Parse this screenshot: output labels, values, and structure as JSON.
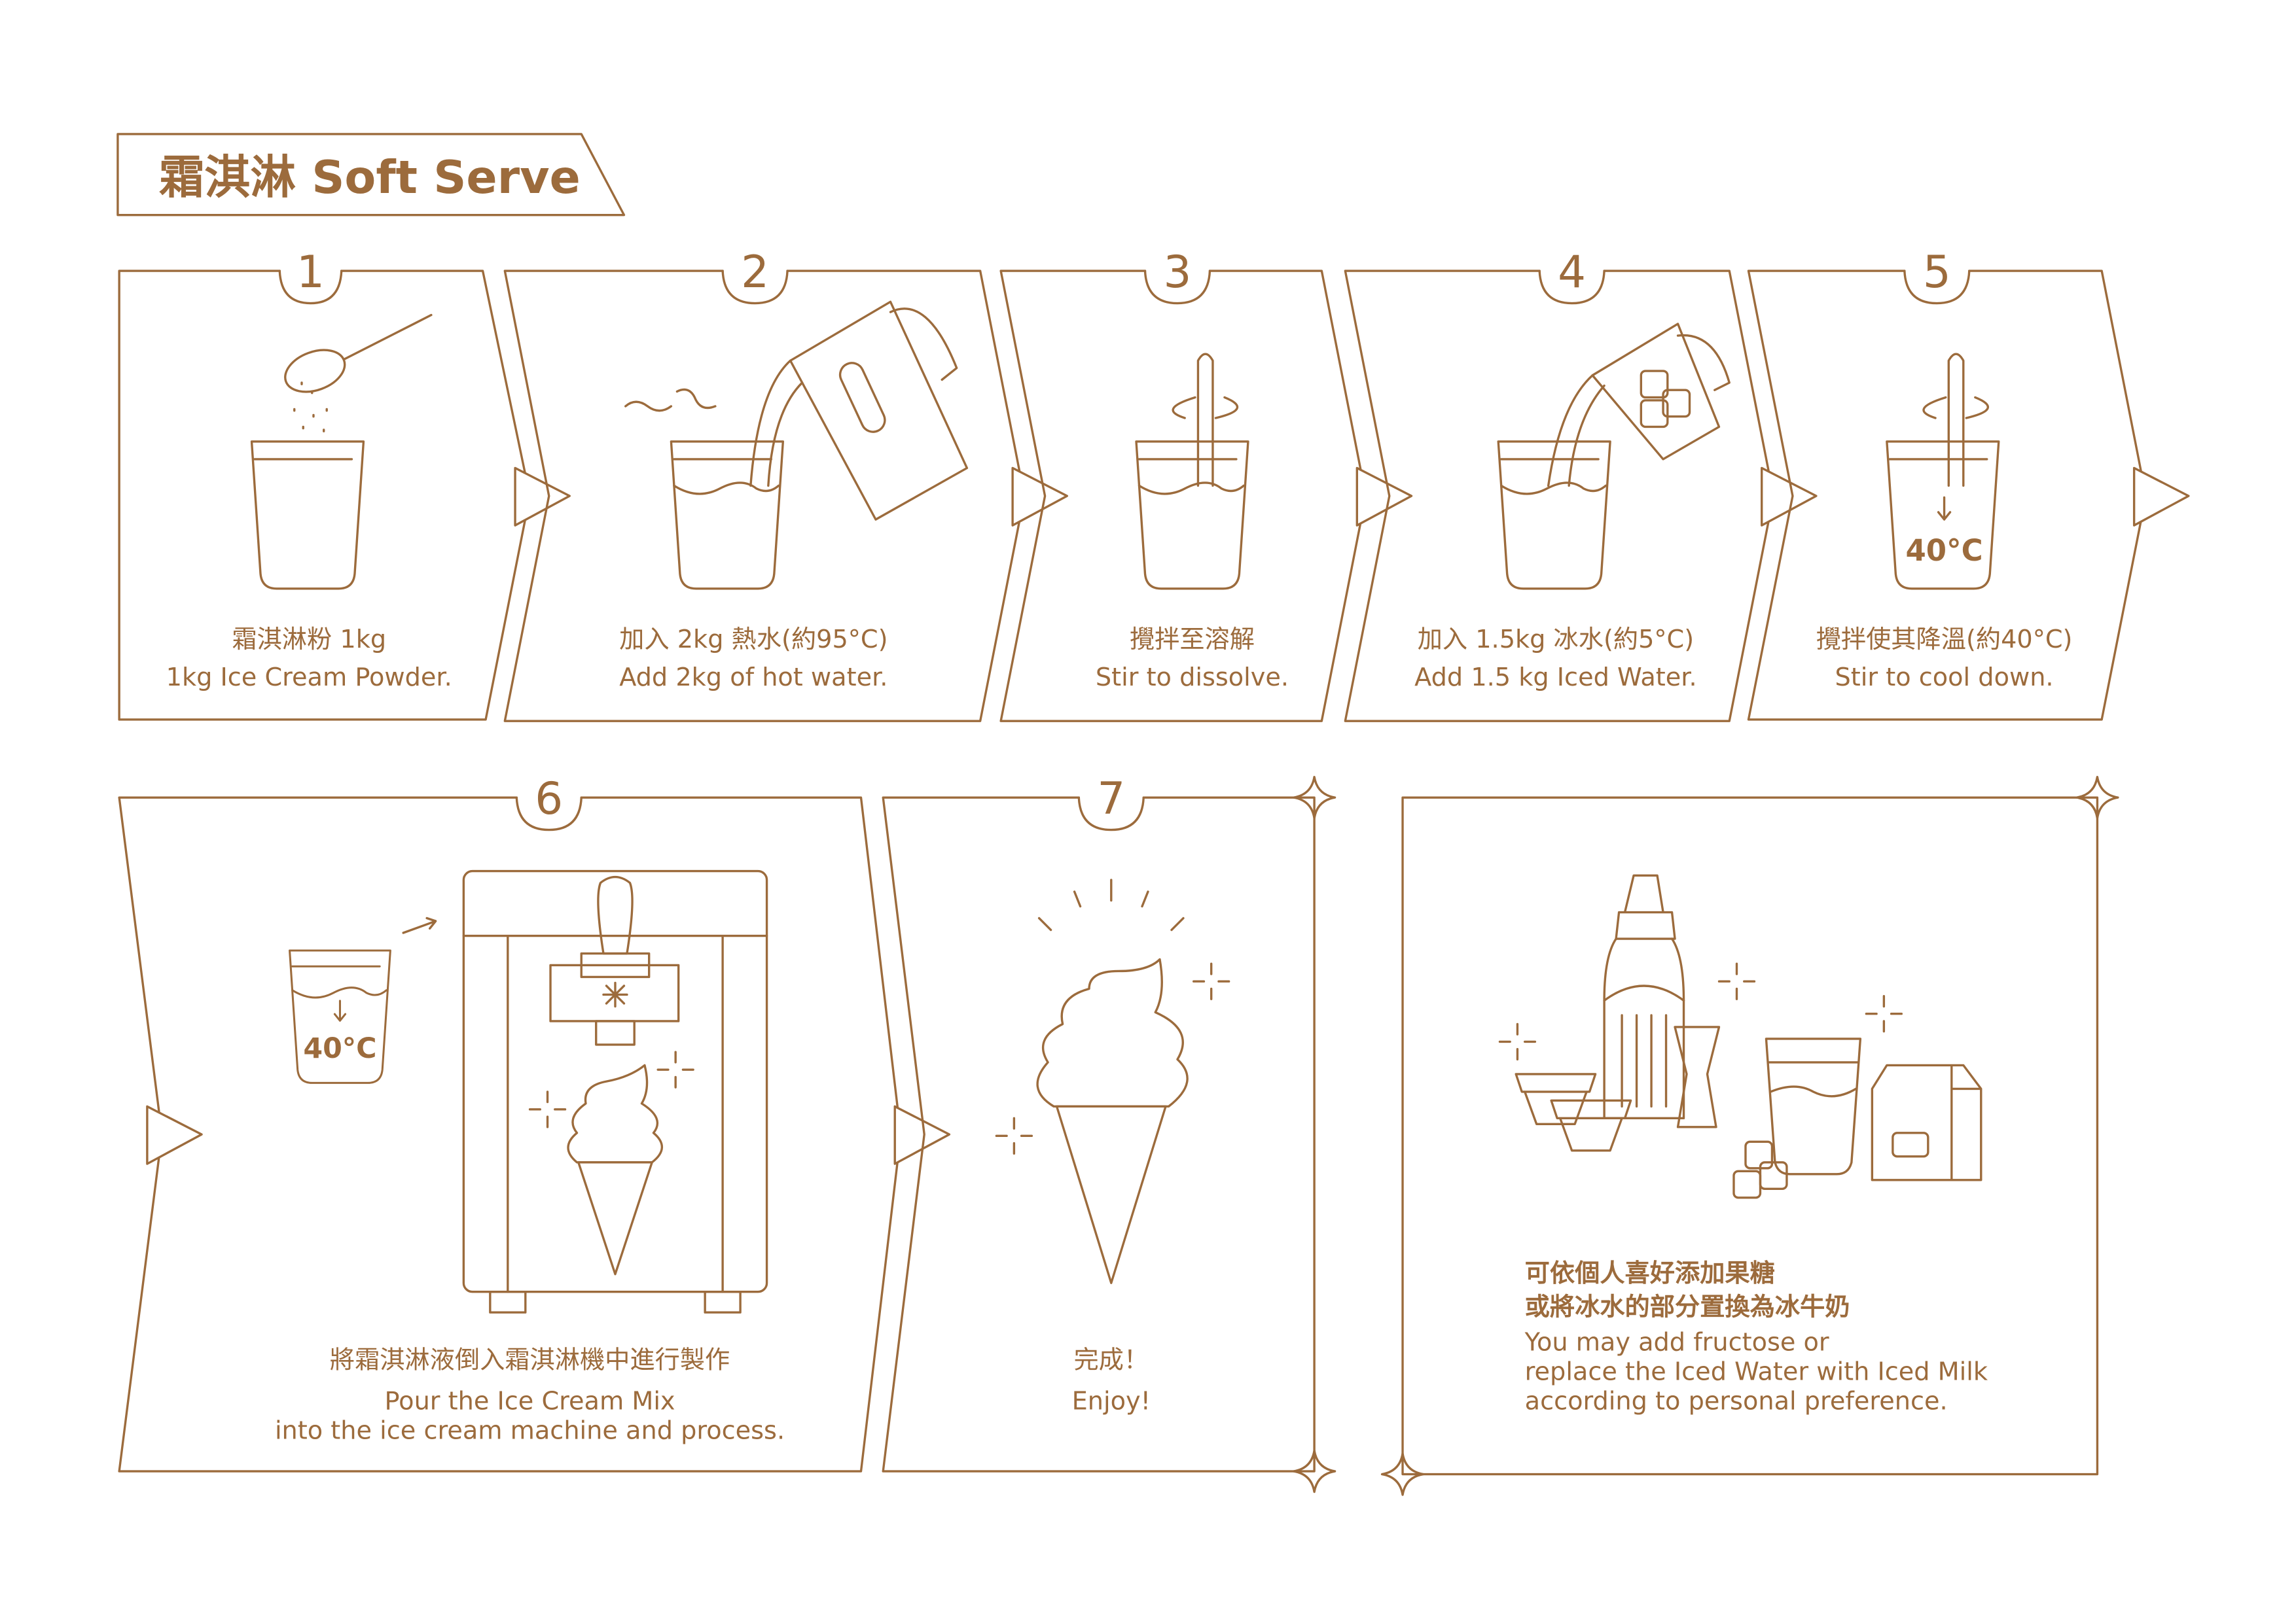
{
  "title": "霜淇淋 Soft Serve",
  "accent_color": "#9c6b3c",
  "steps": [
    {
      "number": "1",
      "zh": "霜淇淋粉 1kg",
      "en": "1kg Ice Cream Powder."
    },
    {
      "number": "2",
      "zh": "加入 2kg 熱水(約95°C)",
      "en": "Add 2kg of hot water."
    },
    {
      "number": "3",
      "zh": "攪拌至溶解",
      "en": "Stir to dissolve."
    },
    {
      "number": "4",
      "zh": "加入 1.5kg 冰水(約5°C)",
      "en": "Add 1.5 kg Iced Water."
    },
    {
      "number": "5",
      "zh": "攪拌使其降溫(約40°C)",
      "en": "Stir to cool down.",
      "temp": "40°C"
    },
    {
      "number": "6",
      "zh": "將霜淇淋液倒入霜淇淋機中進行製作",
      "en_line1": "Pour the Ice Cream Mix",
      "en_line2": "into the ice cream machine and process.",
      "temp": "40°C"
    },
    {
      "number": "7",
      "zh": "完成！",
      "en": "Enjoy!"
    }
  ],
  "tip": {
    "zh_line1": "可依個人喜好添加果糖",
    "zh_line2": "或將冰水的部分置換為冰牛奶",
    "en_line1": "You may add fructose or",
    "en_line2": "replace the Iced Water with Iced Milk",
    "en_line3": "according to personal preference."
  }
}
